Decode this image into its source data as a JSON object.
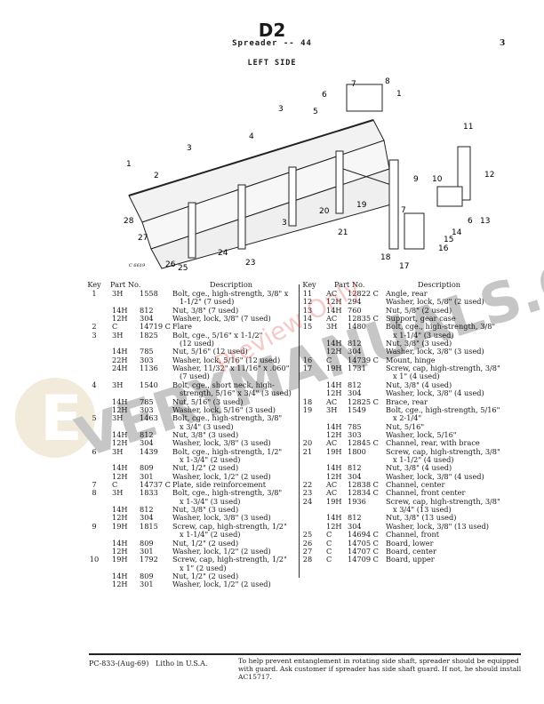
{
  "header": {
    "title": "D2",
    "subtitle": "Spreader -- 44",
    "page_number": "3",
    "section": "LEFT SIDE"
  },
  "diagram": {
    "figure_code": "C 6619",
    "callouts": [
      "8",
      "7",
      "6",
      "1",
      "5",
      "3",
      "4",
      "3",
      "1",
      "2",
      "11",
      "12",
      "9",
      "10",
      "20",
      "19",
      "7",
      "6",
      "13",
      "14",
      "15",
      "16",
      "3",
      "21",
      "28",
      "27",
      "24",
      "23",
      "26",
      "25",
      "18",
      "17"
    ]
  },
  "columns": {
    "key": "Key",
    "part_no": "Part No.",
    "description": "Description"
  },
  "parts_left": [
    {
      "key": "1",
      "pre": "3H",
      "num": "1558",
      "desc": [
        "Bolt, cge., high-strength, 3/8\" x",
        "1-1/2\" (7 used)"
      ]
    },
    {
      "key": "",
      "pre": "14H",
      "num": "812",
      "desc": [
        "Nut, 3/8\" (7 used)"
      ]
    },
    {
      "key": "",
      "pre": "12H",
      "num": "304",
      "desc": [
        "Washer, lock, 3/8\" (7 used)"
      ]
    },
    {
      "key": "2",
      "pre": "C",
      "num": "14719 C",
      "desc": [
        "Flare"
      ]
    },
    {
      "key": "3",
      "pre": "3H",
      "num": "1825",
      "desc": [
        "Bolt, cge., 5/16\" x 1-1/2\"",
        "(12 used)"
      ]
    },
    {
      "key": "",
      "pre": "14H",
      "num": "785",
      "desc": [
        "Nut, 5/16\" (12 used)"
      ]
    },
    {
      "key": "",
      "pre": "22H",
      "num": "303",
      "desc": [
        "Washer, lock, 5/16\" (12 used)"
      ]
    },
    {
      "key": "",
      "pre": "24H",
      "num": "1136",
      "desc": [
        "Washer, 11/32\" x 11/16\" x .060\"",
        "(7 used)"
      ]
    },
    {
      "key": "4",
      "pre": "3H",
      "num": "1540",
      "desc": [
        "Bolt, cge., short neck, high-",
        "strength, 5/16\" x 3/4\" (3 used)"
      ]
    },
    {
      "key": "",
      "pre": "14H",
      "num": "785",
      "desc": [
        "Nut, 5/16\" (3 used)"
      ]
    },
    {
      "key": "",
      "pre": "12H",
      "num": "303",
      "desc": [
        "Washer, lock, 5/16\" (3 used)"
      ]
    },
    {
      "key": "5",
      "pre": "3H",
      "num": "1463",
      "desc": [
        "Bolt, cge., high-strength, 3/8\"",
        "x 3/4\" (3 used)"
      ]
    },
    {
      "key": "",
      "pre": "14H",
      "num": "812",
      "desc": [
        "Nut, 3/8\" (3 used)"
      ]
    },
    {
      "key": "",
      "pre": "12H",
      "num": "304",
      "desc": [
        "Washer, lock, 3/8\" (3 used)"
      ]
    },
    {
      "key": "6",
      "pre": "3H",
      "num": "1439",
      "desc": [
        "Bolt, cge., high-strength, 1/2\"",
        "x 1-3/4\" (2 used)"
      ]
    },
    {
      "key": "",
      "pre": "14H",
      "num": "809",
      "desc": [
        "Nut, 1/2\" (2 used)"
      ]
    },
    {
      "key": "",
      "pre": "12H",
      "num": "301",
      "desc": [
        "Washer, lock, 1/2\" (2 used)"
      ]
    },
    {
      "key": "7",
      "pre": "C",
      "num": "14737 C",
      "desc": [
        "Plate, side reinforcement"
      ]
    },
    {
      "key": "8",
      "pre": "3H",
      "num": "1833",
      "desc": [
        "Bolt, cge., high-strength, 3/8\"",
        "x 1-3/4\" (3 used)"
      ]
    },
    {
      "key": "",
      "pre": "14H",
      "num": "812",
      "desc": [
        "Nut, 3/8\" (3 used)"
      ]
    },
    {
      "key": "",
      "pre": "12H",
      "num": "304",
      "desc": [
        "Washer, lock, 3/8\" (3 used)"
      ]
    },
    {
      "key": "9",
      "pre": "19H",
      "num": "1815",
      "desc": [
        "Screw, cap, high-strength, 1/2\"",
        "x 1-1/4\" (2 used)"
      ]
    },
    {
      "key": "",
      "pre": "14H",
      "num": "809",
      "desc": [
        "Nut, 1/2\" (2 used)"
      ]
    },
    {
      "key": "",
      "pre": "12H",
      "num": "301",
      "desc": [
        "Washer, lock, 1/2\" (2 used)"
      ]
    },
    {
      "key": "10",
      "pre": "19H",
      "num": "1792",
      "desc": [
        "Screw, cap, high-strength, 1/2\"",
        "x 1\" (2 used)"
      ]
    },
    {
      "key": "",
      "pre": "14H",
      "num": "809",
      "desc": [
        "Nut, 1/2\" (2 used)"
      ]
    },
    {
      "key": "",
      "pre": "12H",
      "num": "301",
      "desc": [
        "Washer, lock, 1/2\" (2 used)"
      ]
    }
  ],
  "parts_right": [
    {
      "key": "11",
      "pre": "AC",
      "num": "12822 C",
      "desc": [
        "Angle, rear"
      ]
    },
    {
      "key": "12",
      "pre": "12H",
      "num": "294",
      "desc": [
        "Washer, lock, 5/8\" (2 used)"
      ]
    },
    {
      "key": "13",
      "pre": "14H",
      "num": "760",
      "desc": [
        "Nut, 5/8\" (2 used)"
      ]
    },
    {
      "key": "14",
      "pre": "AC",
      "num": "12835 C",
      "desc": [
        "Support, gear case"
      ]
    },
    {
      "key": "15",
      "pre": "3H",
      "num": "1480",
      "desc": [
        "Bolt, cge., high-strength, 3/8\"",
        "x 1-1/4\" (3 used)"
      ]
    },
    {
      "key": "",
      "pre": "14H",
      "num": "812",
      "desc": [
        "Nut, 3/8\" (3 used)"
      ]
    },
    {
      "key": "",
      "pre": "12H",
      "num": "304",
      "desc": [
        "Washer, lock, 3/8\" (3 used)"
      ]
    },
    {
      "key": "16",
      "pre": "C",
      "num": "14739 C",
      "desc": [
        "Mount, hinge"
      ]
    },
    {
      "key": "17",
      "pre": "19H",
      "num": "1731",
      "desc": [
        "Screw, cap, high-strength, 3/8\"",
        "x 1\" (4 used)"
      ]
    },
    {
      "key": "",
      "pre": "14H",
      "num": "812",
      "desc": [
        "Nut, 3/8\" (4 used)"
      ]
    },
    {
      "key": "",
      "pre": "12H",
      "num": "304",
      "desc": [
        "Washer, lock, 3/8\" (4 used)"
      ]
    },
    {
      "key": "18",
      "pre": "AC",
      "num": "12825 C",
      "desc": [
        "Brace, rear"
      ]
    },
    {
      "key": "19",
      "pre": "3H",
      "num": "1549",
      "desc": [
        "Bolt, cge., high-strength, 5/16\"",
        "x 2-1/4\""
      ]
    },
    {
      "key": "",
      "pre": "14H",
      "num": "785",
      "desc": [
        "Nut, 5/16\""
      ]
    },
    {
      "key": "",
      "pre": "12H",
      "num": "303",
      "desc": [
        "Washer, lock, 5/16\""
      ]
    },
    {
      "key": "20",
      "pre": "AC",
      "num": "12845 C",
      "desc": [
        "Channel, rear, with brace"
      ]
    },
    {
      "key": "21",
      "pre": "19H",
      "num": "1800",
      "desc": [
        "Screw, cap, high-strength, 3/8\"",
        "x 1-1/2\" (4 used)"
      ]
    },
    {
      "key": "",
      "pre": "14H",
      "num": "812",
      "desc": [
        "Nut, 3/8\" (4 used)"
      ]
    },
    {
      "key": "",
      "pre": "12H",
      "num": "304",
      "desc": [
        "Washer, lock, 3/8\" (4 used)"
      ]
    },
    {
      "key": "22",
      "pre": "AC",
      "num": "12838 C",
      "desc": [
        "Channel, center"
      ]
    },
    {
      "key": "23",
      "pre": "AC",
      "num": "12834 C",
      "desc": [
        "Channel, front center"
      ]
    },
    {
      "key": "24",
      "pre": "19H",
      "num": "1936",
      "desc": [
        "Screw, cap, high-strength, 3/8\"",
        "x 3/4\" (13 used)"
      ]
    },
    {
      "key": "",
      "pre": "14H",
      "num": "812",
      "desc": [
        "Nut, 3/8\" (13 used)"
      ]
    },
    {
      "key": "",
      "pre": "12H",
      "num": "304",
      "desc": [
        "Washer, lock, 3/8\" (13 used)"
      ]
    },
    {
      "key": "25",
      "pre": "C",
      "num": "14694 C",
      "desc": [
        "Channel, front"
      ]
    },
    {
      "key": "26",
      "pre": "C",
      "num": "14705 C",
      "desc": [
        "Board, lower"
      ]
    },
    {
      "key": "27",
      "pre": "C",
      "num": "14707 C",
      "desc": [
        "Board, center"
      ]
    },
    {
      "key": "28",
      "pre": "C",
      "num": "14709 C",
      "desc": [
        "Board, upper"
      ]
    }
  ],
  "footer": {
    "code": "PC-833-(Aug-69)",
    "litho": "Litho in U.S.A.",
    "note": "To help prevent entanglement in rotating side shaft, spreader should be equipped with guard. Ask customer if spreader has side shaft guard. If not, he should install AC15717."
  },
  "watermark": {
    "text": "EVERYMANUALS.COM",
    "overlay": "Preview Only",
    "color": "#c9a25a"
  }
}
